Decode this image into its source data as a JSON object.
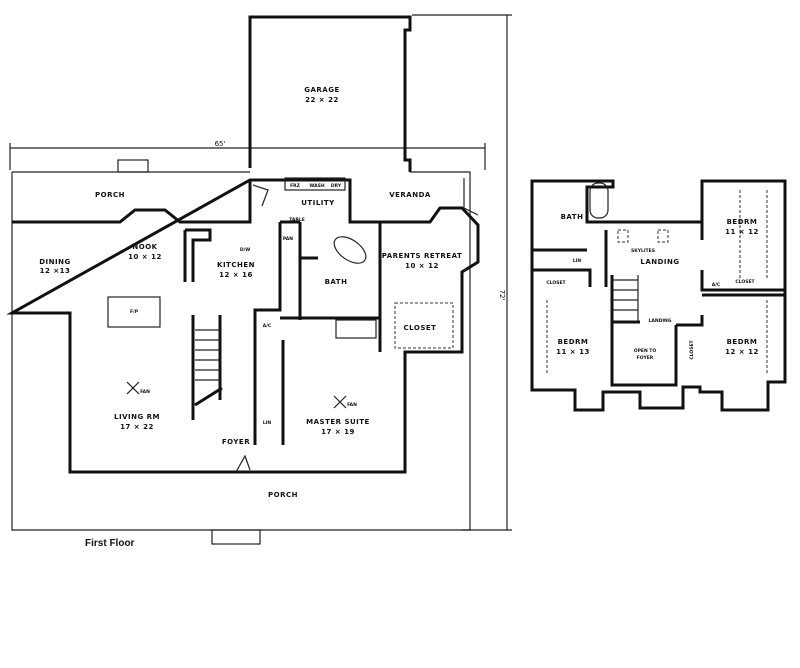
{
  "first_floor": {
    "caption": "First Floor",
    "width_dim": "65'",
    "depth_dim": "72'",
    "rooms": {
      "garage": {
        "name": "GARAGE",
        "size": "22 × 22"
      },
      "porch_rear": {
        "name": "PORCH"
      },
      "veranda": {
        "name": "VERANDA"
      },
      "utility": {
        "name": "UTILITY"
      },
      "dining": {
        "name": "DINING",
        "size": "12 ×13"
      },
      "nook": {
        "name": "NOOK",
        "size": "10 × 12"
      },
      "kitchen": {
        "name": "KITCHEN",
        "size": "12 × 16"
      },
      "bath": {
        "name": "BATH"
      },
      "parents_retreat": {
        "name": "PARENTS RETREAT",
        "size": "10 × 12"
      },
      "closet": {
        "name": "CLOSET"
      },
      "living": {
        "name": "LIVING RM",
        "size": "17 × 22"
      },
      "master": {
        "name": "MASTER SUITE",
        "size": "17 × 19"
      },
      "foyer": {
        "name": "FOYER"
      },
      "porch_front": {
        "name": "PORCH"
      }
    },
    "fixtures": {
      "frz": "FRZ",
      "wash": "WASH",
      "dry": "DRY",
      "table": "TABLE",
      "dw": "D/W",
      "fp": "F/P",
      "fan1": "FAN",
      "fan2": "FAN",
      "ac": "A/C",
      "lin": "LIN",
      "pan": "PAN"
    }
  },
  "second_floor": {
    "rooms": {
      "bath": {
        "name": "BATH"
      },
      "bedrm_ne": {
        "name": "BEDRM",
        "size": "11 × 12"
      },
      "landing": {
        "name": "LANDING"
      },
      "bedrm_sw": {
        "name": "BEDRM",
        "size": "11 × 13"
      },
      "open_to_foyer": {
        "name": "OPEN TO",
        "name2": "FOYER"
      },
      "bedrm_se": {
        "name": "BEDRM",
        "size": "12 × 12"
      },
      "closet_w": {
        "name": "CLOSET"
      },
      "closet_e": {
        "name": "CLOSET"
      },
      "closet_mid": {
        "name": "CLOSET"
      }
    },
    "fixtures": {
      "skylites": "SKYLITES",
      "lin": "LIN",
      "ac": "A/C",
      "landing_small": "LANDING"
    }
  }
}
